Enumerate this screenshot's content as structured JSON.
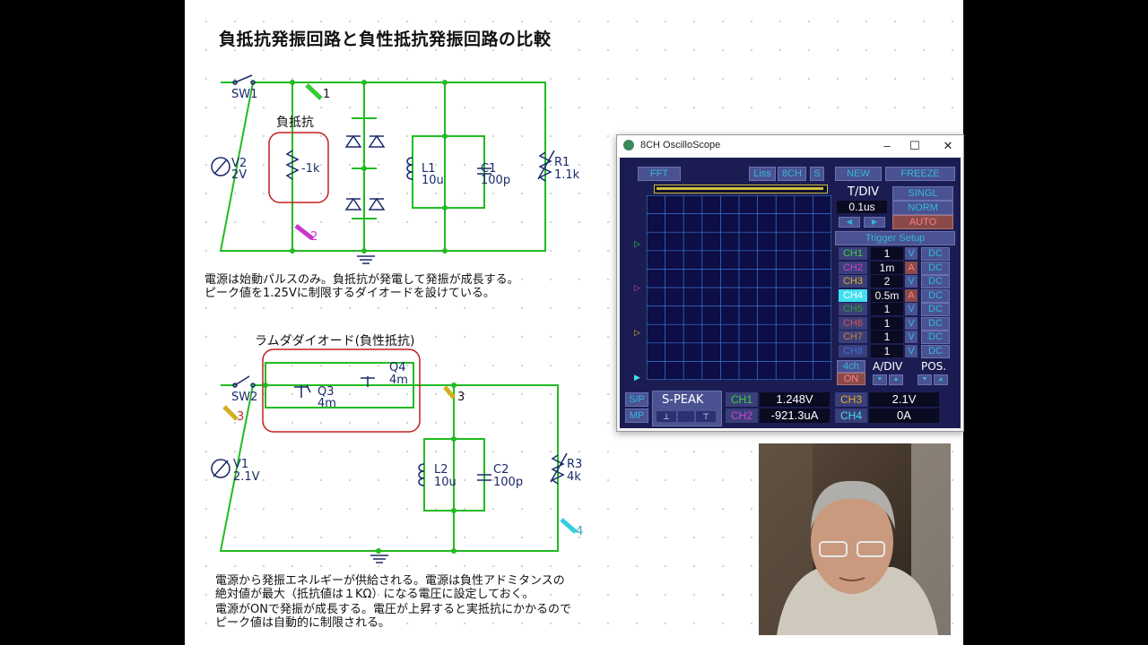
{
  "doc": {
    "title": "負抵抗発振回路と負性抵抗発振回路の比較",
    "caption1": [
      "電源は始動パルスのみ。負抵抗が発電して発振が成長する。",
      "ピーク値を1.25Vに制限するダイオードを設けている。"
    ],
    "caption2": [
      "電源から発振エネルギーが供給される。電源は負性アドミタンスの",
      "絶対値が最大（抵抗値は１KΩ）になる電圧に設定しておく。",
      "電源がONで発振が成長する。電圧が上昇すると実抵抗にかかるので",
      "ピーク値は自動的に制限される。"
    ]
  },
  "circuit1": {
    "sw": "SW1",
    "v_name": "V2",
    "v_val": "2V",
    "box_label": "負抵抗",
    "neg_r": "-1k",
    "l_name": "L1",
    "l_val": "10u",
    "c_name": "C1",
    "c_val": "100p",
    "r_name": "R1",
    "r_val": "1.1k",
    "probe1": "1",
    "probe2": "2"
  },
  "circuit2": {
    "sw": "SW2",
    "box_label": "ラムダダイオード(負性抵抗)",
    "q3": "Q3",
    "q3v": "4m",
    "q4": "Q4",
    "q4v": "4m",
    "v_name": "V1",
    "v_val": "2.1V",
    "l_name": "L2",
    "l_val": "10u",
    "c_name": "C2",
    "c_val": "100p",
    "r_name": "R3",
    "r_val": "4k",
    "probe3a": "3",
    "probe3b": "3",
    "probe4": "4"
  },
  "scope": {
    "window_title": "8CH OscilloScope",
    "min": "–",
    "max": "☐",
    "close": "✕",
    "top_buttons": {
      "fft": "FFT",
      "liss": "Liss",
      "ch8": "8CH",
      "s": "S"
    },
    "new": "NEW",
    "freeze": "FREEZE",
    "tdiv_label": "T/DIV",
    "tdiv_val": "0.1us",
    "singl": "SINGL",
    "norm": "NORM",
    "auto": "AUTO",
    "trigger": "Trigger Setup",
    "channels": [
      {
        "name": "CH1",
        "val": "1",
        "unit": "V",
        "cpl": "DC",
        "color": "#3cd23c"
      },
      {
        "name": "CH2",
        "val": "1m",
        "unit": "A",
        "cpl": "DC",
        "color": "#d040d0"
      },
      {
        "name": "CH3",
        "val": "2",
        "unit": "V",
        "cpl": "DC",
        "color": "#e0b020"
      },
      {
        "name": "CH4",
        "val": "0.5m",
        "unit": "A",
        "cpl": "DC",
        "color": "#40e0f0"
      },
      {
        "name": "CH5",
        "val": "1",
        "unit": "V",
        "cpl": "DC",
        "color": "#30a030"
      },
      {
        "name": "CH6",
        "val": "1",
        "unit": "V",
        "cpl": "DC",
        "color": "#e05050"
      },
      {
        "name": "CH7",
        "val": "1",
        "unit": "V",
        "cpl": "DC",
        "color": "#d08030"
      },
      {
        "name": "CH8",
        "val": "1",
        "unit": "V",
        "cpl": "DC",
        "color": "#4070e0"
      }
    ],
    "ach": "4ch",
    "on": "ON",
    "adiv": "A/DIV",
    "pos": "POS.",
    "sp": "S/P",
    "mp": "MP",
    "speak": "S-PEAK",
    "readouts": [
      {
        "ch": "CH1",
        "val": "1.248V",
        "color": "#3cd23c"
      },
      {
        "ch": "CH2",
        "val": "-921.3uA",
        "color": "#d040d0"
      },
      {
        "ch": "CH3",
        "val": "2.1V",
        "color": "#e0b020"
      },
      {
        "ch": "CH4",
        "val": "0A",
        "color": "#40e0f0"
      }
    ],
    "colors": {
      "grid": "#3a7ad8",
      "screen": "#0c0e45",
      "panel": "#1b1d52"
    }
  },
  "webcam": {
    "description_icon": "presenter-video-icon"
  }
}
